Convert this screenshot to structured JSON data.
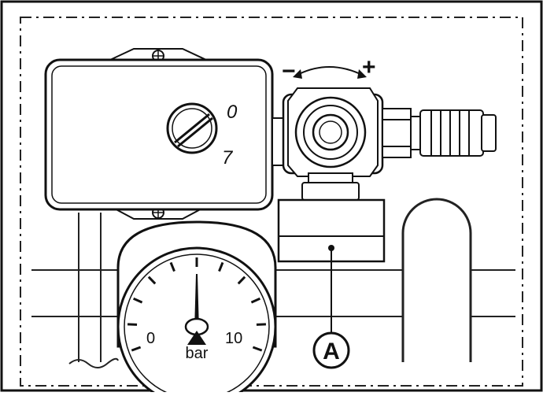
{
  "diagram": {
    "adjust": {
      "minus": "−",
      "plus": "+"
    },
    "switch": {
      "mark_top": "0",
      "mark_bottom": "7"
    },
    "gauge": {
      "min_label": "0",
      "max_label": "10",
      "unit": "bar"
    },
    "callout": {
      "label": "A"
    }
  }
}
